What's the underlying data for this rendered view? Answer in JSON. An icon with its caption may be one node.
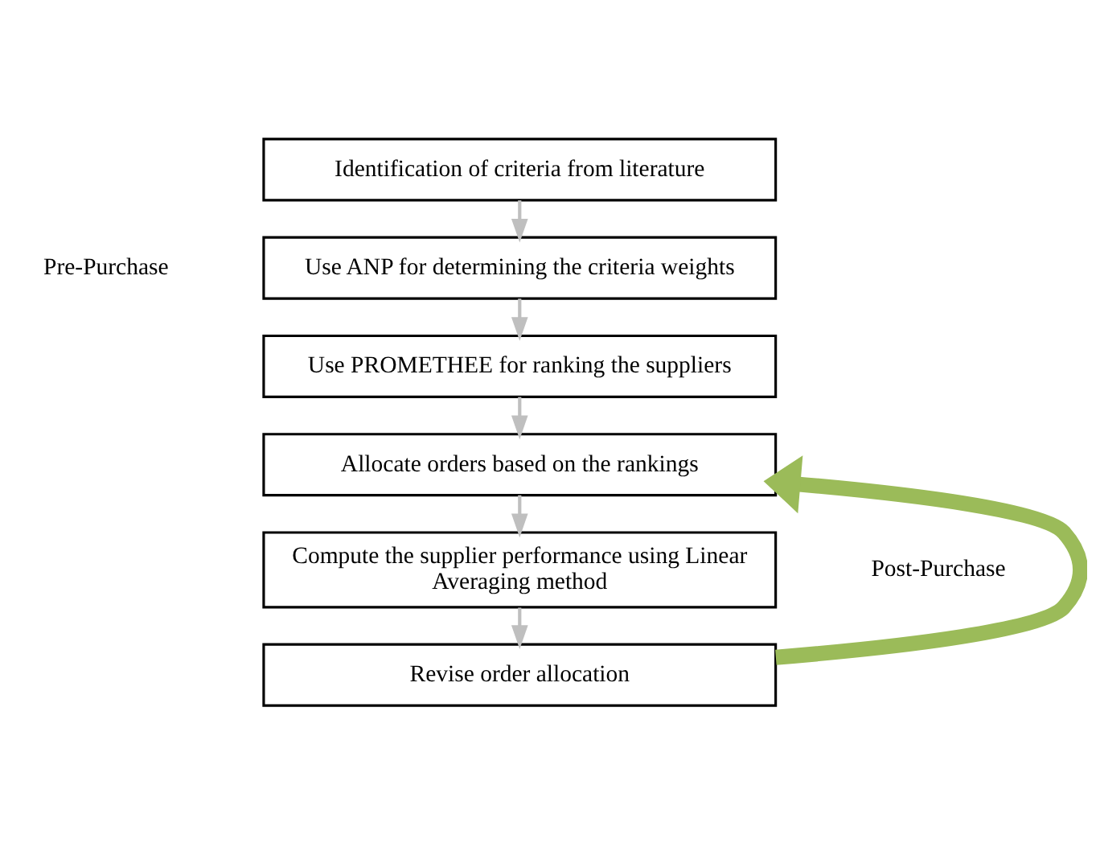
{
  "diagram": {
    "nodes": [
      {
        "text": [
          "Identification of criteria from literature"
        ]
      },
      {
        "text": [
          "Use ANP for determining the criteria weights"
        ]
      },
      {
        "text": [
          "Use PROMETHEE for ranking the suppliers"
        ]
      },
      {
        "text": [
          "Allocate orders based on the rankings"
        ]
      },
      {
        "text": [
          "Compute the supplier performance using Linear Averaging method"
        ]
      },
      {
        "text": [
          "Revise order allocation"
        ]
      }
    ],
    "edges": [
      {
        "from": 0,
        "to": 1,
        "arrow": "to"
      },
      {
        "from": 1,
        "to": 2,
        "arrow": "to"
      },
      {
        "from": 2,
        "to": 3,
        "arrow": "to"
      },
      {
        "from": 3,
        "to": 4,
        "arrow": "to"
      },
      {
        "from": 4,
        "to": 5,
        "arrow": "to"
      },
      {
        "from": 5,
        "to": 3,
        "arrow": "to",
        "style": "thick",
        "color": "#9bbb59"
      }
    ],
    "labels": [
      "Pre-Purchase",
      "Post-Purchase"
    ]
  }
}
